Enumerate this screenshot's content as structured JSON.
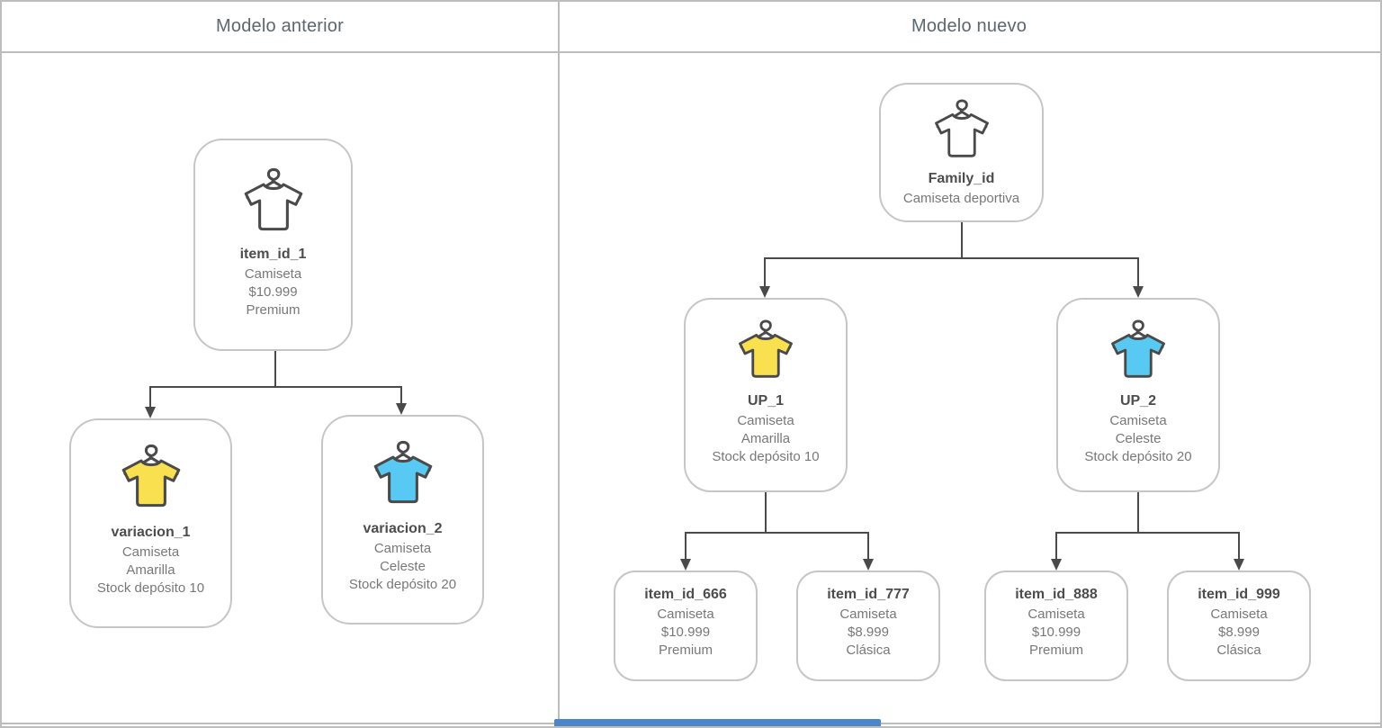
{
  "headers": {
    "left": "Modelo anterior",
    "right": "Modelo nuevo"
  },
  "colors": {
    "shirt_yellow": "#F9E04E",
    "shirt_blue": "#58C9F2",
    "line": "#4A4A4A",
    "card_border": "#C6C6C6",
    "table_border": "#BDBDBD",
    "header_text": "#5C6771",
    "title_text": "#4D4D4D",
    "body_text": "#787878",
    "scrollbar_blue": "#4A86C8"
  },
  "left_tree": {
    "root": {
      "id": "item_id_1",
      "icon": "tshirt-white-icon",
      "lines": [
        "Camiseta",
        "$10.999",
        "Premium"
      ]
    },
    "children": [
      {
        "id": "variacion_1",
        "icon": "tshirt-yellow-icon",
        "lines": [
          "Camiseta",
          "Amarilla",
          "Stock depósito 10"
        ]
      },
      {
        "id": "variacion_2",
        "icon": "tshirt-blue-icon",
        "lines": [
          "Camiseta",
          "Celeste",
          "Stock depósito 20"
        ]
      }
    ]
  },
  "right_tree": {
    "root": {
      "id": "Family_id",
      "icon": "tshirt-white-icon",
      "lines": [
        "Camiseta deportiva"
      ]
    },
    "children": [
      {
        "id": "UP_1",
        "icon": "tshirt-yellow-icon",
        "lines": [
          "Camiseta",
          "Amarilla",
          "Stock depósito 10"
        ]
      },
      {
        "id": "UP_2",
        "icon": "tshirt-blue-icon",
        "lines": [
          "Camiseta",
          "Celeste",
          "Stock depósito 20"
        ]
      }
    ],
    "leaves": [
      {
        "id": "item_id_666",
        "lines": [
          "Camiseta",
          "$10.999",
          "Premium"
        ]
      },
      {
        "id": "item_id_777",
        "lines": [
          "Camiseta",
          "$8.999",
          "Clásica"
        ]
      },
      {
        "id": "item_id_888",
        "lines": [
          "Camiseta",
          "$10.999",
          "Premium"
        ]
      },
      {
        "id": "item_id_999",
        "lines": [
          "Camiseta",
          "$8.999",
          "Clásica"
        ]
      }
    ]
  }
}
